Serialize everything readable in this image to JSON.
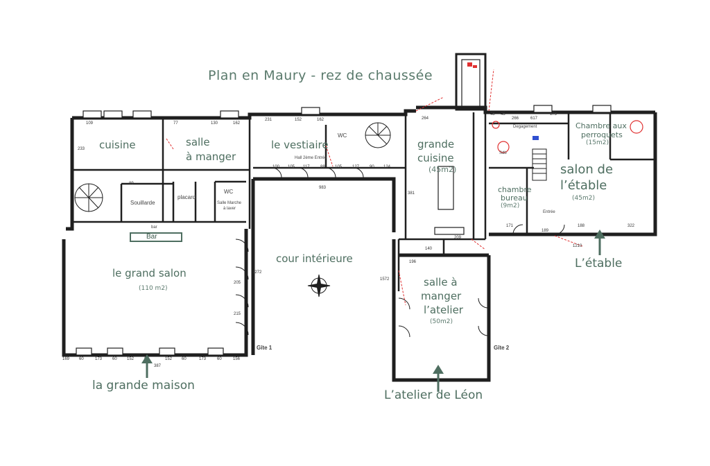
{
  "title": "Plan en Maury - rez de chaussée",
  "rooms": {
    "cuisine": "cuisine",
    "salle_a_manger_1": "salle",
    "salle_a_manger_2": "à manger",
    "vestiaire": "le vestiaire",
    "grande_cuisine_1": "grande",
    "grande_cuisine_2": "cuisine",
    "grande_cuisine_area": "(45m2)",
    "chambre_perroquets_1": "Chambre aux",
    "chambre_perroquets_2": "perroquets",
    "chambre_perroquets_area": "(15m2)",
    "salon_etable_1": "salon de",
    "salon_etable_2": "l’étable",
    "salon_etable_area": "(45m2)",
    "chambre_bureau_1": "chambre",
    "chambre_bureau_2": "bureau",
    "chambre_bureau_area": "(9m2)",
    "grand_salon": "le grand salon",
    "grand_salon_area": "(110 m2)",
    "cour": "cour intérieure",
    "salle_atelier_1": "salle à",
    "salle_atelier_2": "manger",
    "salle_atelier_3": "l’atelier",
    "salle_atelier_area": "(50m2)",
    "bar": "Bar"
  },
  "small_labels": {
    "souillarde": "Souillarde",
    "placard": "placard",
    "wc_1": "WC",
    "wc_2": "WC",
    "salle_marche": "Salle Marche",
    "a_laver": "à laver",
    "hall": "Hall 2ème Entrée",
    "bar_small": "bar",
    "degagement": "Degagement",
    "entree": "Entrée",
    "sdb": "Sdb",
    "gite_1": "Gîte 1",
    "gite_2": "Gîte 2"
  },
  "entrances": {
    "grande_maison": "la grande maison",
    "atelier_leon": "L’atelier de Léon",
    "etable": "L’étable"
  },
  "dimensions": {
    "top_left": [
      "109",
      "77",
      "130",
      "162",
      "231",
      "152",
      "162",
      "264",
      "48",
      "45",
      "266",
      "617",
      "173"
    ],
    "hall_row": [
      "100",
      "105",
      "117",
      "88",
      "105",
      "127",
      "90",
      "124"
    ],
    "court_width": "983",
    "bottom_left": [
      "169",
      "60",
      "173",
      "60",
      "152",
      "60",
      "152",
      "60",
      "173",
      "60",
      "156"
    ],
    "bottom_mid": "387",
    "left_vert": [
      "233",
      "89"
    ],
    "mid_vert": [
      "1272",
      "215",
      "205",
      "1572"
    ],
    "right_misc": [
      "381",
      "209",
      "140",
      "196",
      "188",
      "322",
      "1210",
      "171",
      "189"
    ]
  },
  "colors": {
    "wall": "#1f1f1f",
    "label": "#4e6e60",
    "red_mark": "#e03030",
    "blue_mark": "#2f4fd0"
  }
}
